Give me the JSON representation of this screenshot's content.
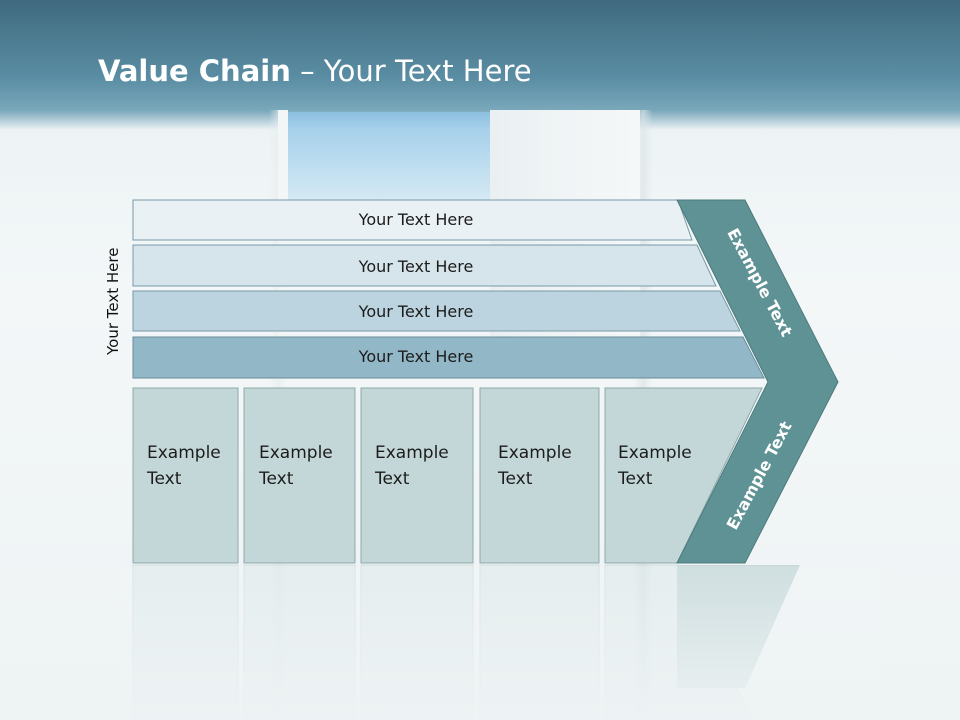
{
  "slide": {
    "title_bold": "Value Chain",
    "title_rest": " – Your Text Here",
    "side_label": "Your Text Here"
  },
  "bars": [
    {
      "label": "Your Text Here",
      "color": "#e9f1f4"
    },
    {
      "label": "Your Text Here",
      "color": "#d6e5ec"
    },
    {
      "label": "Your Text Here",
      "color": "#bcd4df"
    },
    {
      "label": "Your Text Here",
      "color": "#92b7c7"
    }
  ],
  "boxes": [
    {
      "line1": "Example",
      "line2": "Text"
    },
    {
      "line1": "Example",
      "line2": "Text"
    },
    {
      "line1": "Example",
      "line2": "Text"
    },
    {
      "line1": "Example",
      "line2": "Text"
    },
    {
      "line1": "Example",
      "line2": "Text"
    }
  ],
  "chevron": {
    "upper_label": "Example Text",
    "lower_label": "Example Text",
    "color": "#5f9294"
  },
  "colors": {
    "box_fill": "#c3d7d8",
    "box_stroke": "#8fa9ab",
    "header": "#4a7a90"
  }
}
